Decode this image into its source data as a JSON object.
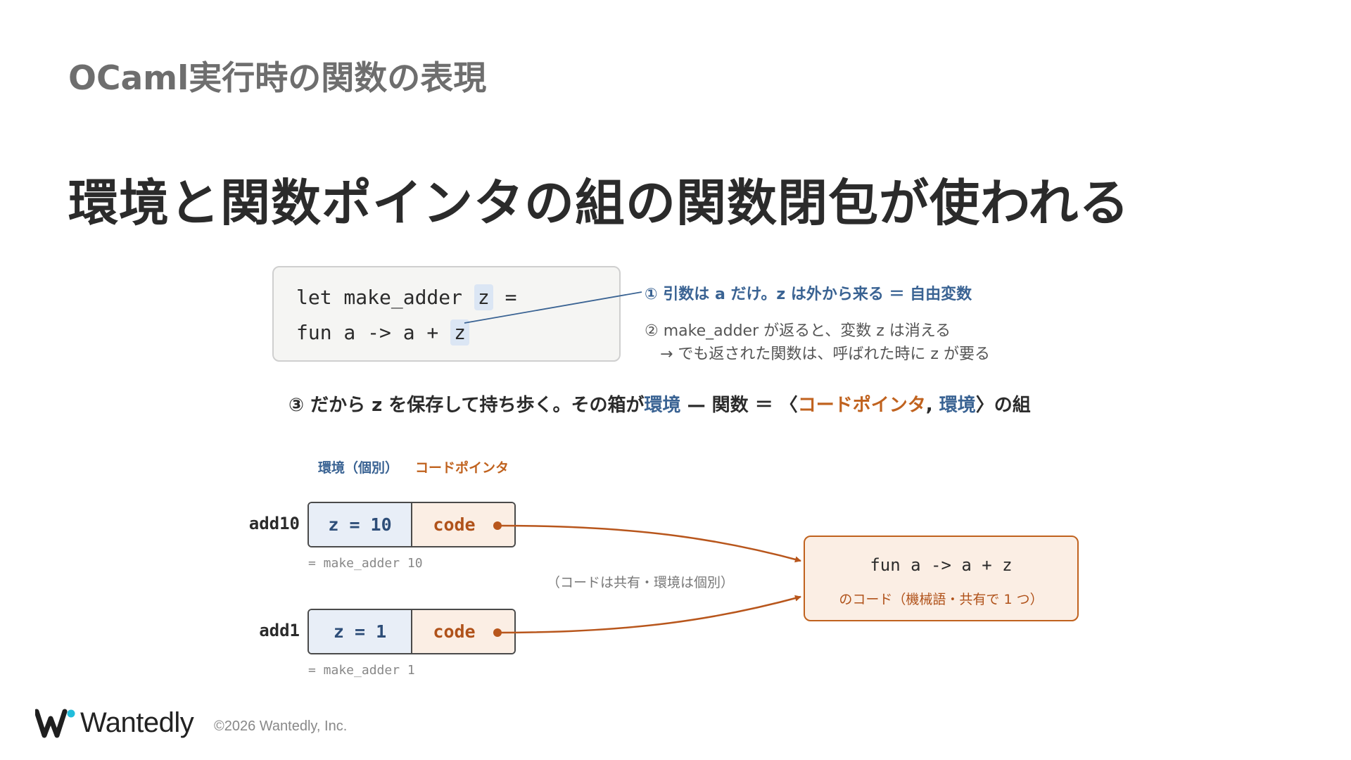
{
  "header": {
    "section_title": "OCaml実行時の関数の表現",
    "main_title": "環境と関数ポインタの組の関数閉包が使われる"
  },
  "code": {
    "line1_pre": "let make_adder ",
    "line1_z": "z",
    "line1_post": " =",
    "line2_pre": "fun a -> a + ",
    "line2_z": "z"
  },
  "notes": {
    "note1": "① 引数は a だけ。z は外から来る ＝ 自由変数",
    "note2": "② make_adder が返ると、変数 z は消える",
    "note2b": "→ でも返された関数は、呼ばれた時に z が要る"
  },
  "summary": {
    "part1": "③ だから z を保存して持ち歩く。その箱が",
    "env": "環境",
    "part2": " — 関数 ＝ 〈",
    "code_ptr": "コードポインタ",
    "comma": ", ",
    "env2": "環境",
    "part3": "〉の組"
  },
  "diagram": {
    "head_env": "環境（個別）",
    "head_code": "コードポインタ",
    "closures": [
      {
        "label": "add10",
        "env": "z = 10",
        "code": "code",
        "sub": "= make_adder 10"
      },
      {
        "label": "add1",
        "env": "z = 1",
        "code": "code",
        "sub": "= make_adder 1"
      }
    ],
    "shared_note": "（コードは共有・環境は個別）",
    "fun_code": "fun a -> a + z",
    "fun_sub": "のコード（機械語・共有で 1 つ）"
  },
  "footer": {
    "logo": "Wantedly",
    "copyright": "©2026 Wantedly, Inc."
  },
  "colors": {
    "env_blue": "#3a6393",
    "code_orange": "#c0621e",
    "arrow": "#b8561c",
    "logo_dot": "#21bddb"
  }
}
